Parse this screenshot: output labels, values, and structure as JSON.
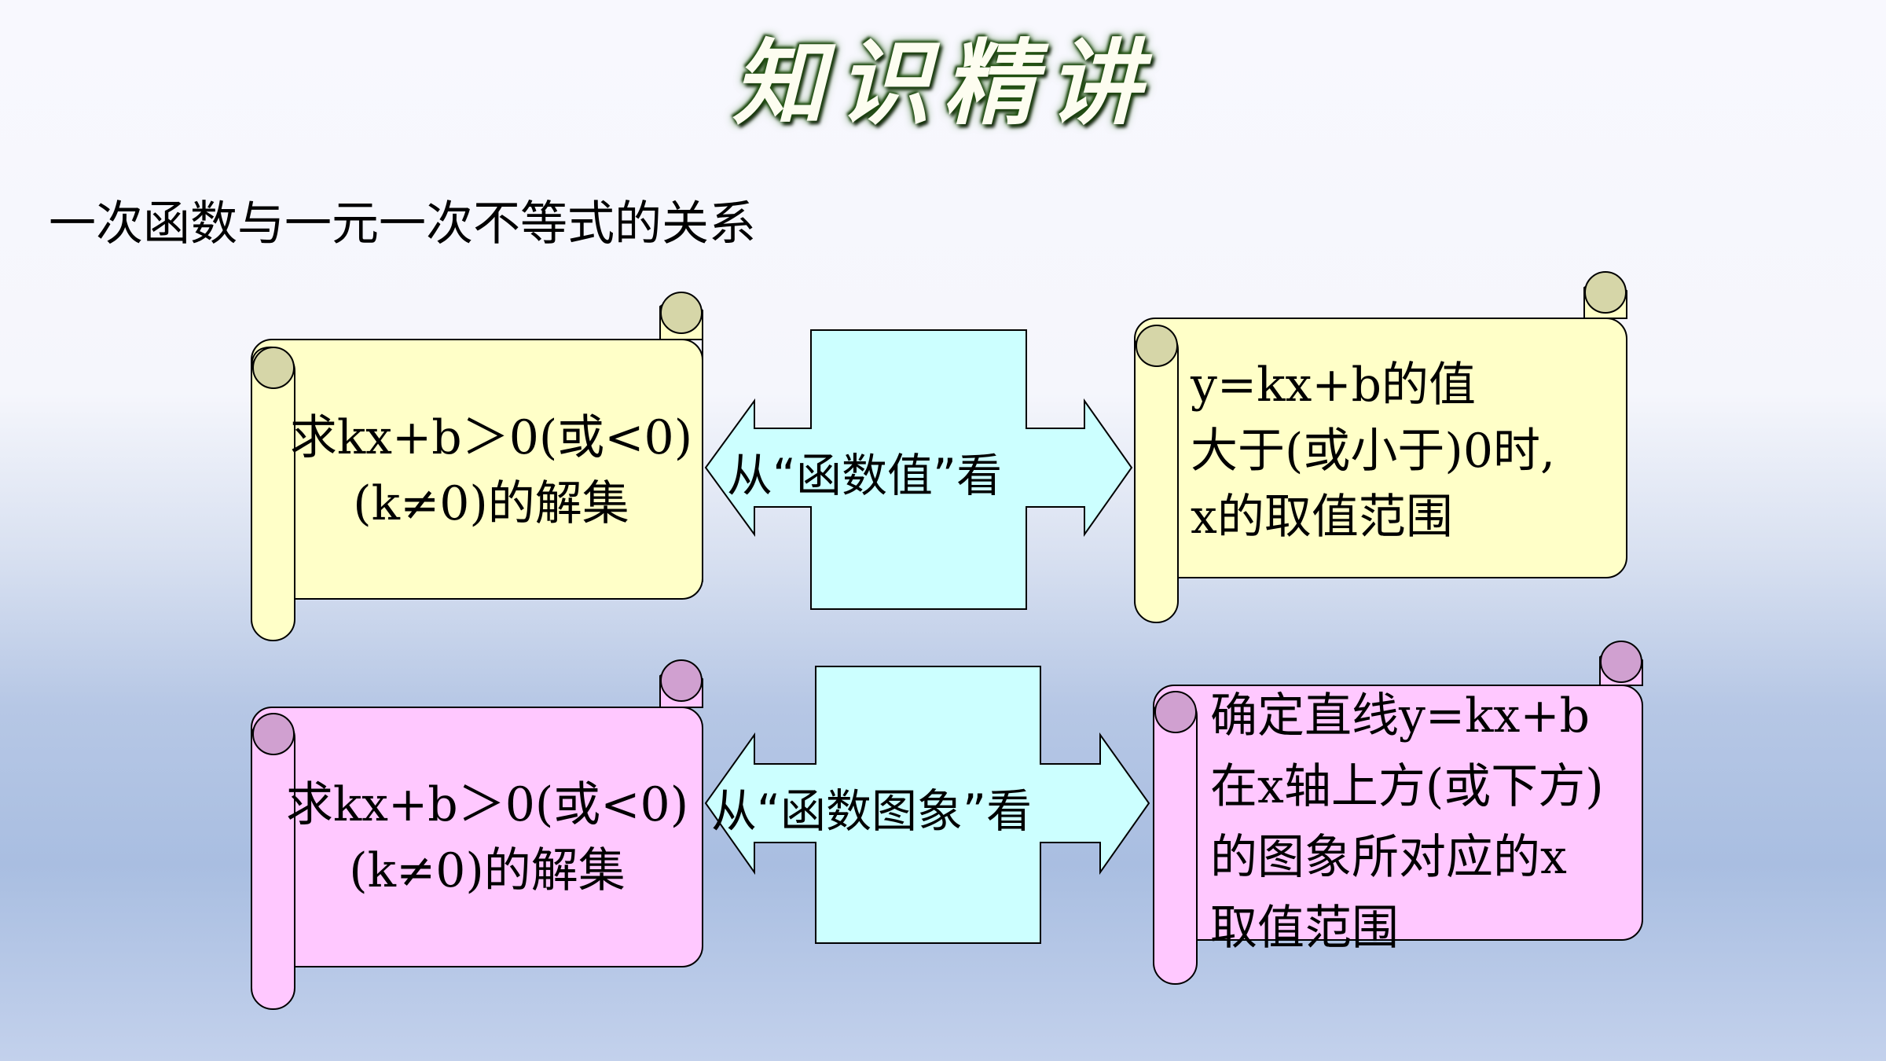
{
  "title": "知识精讲",
  "subtitle": "一次函数与一元一次不等式的关系",
  "row1": {
    "left_line1": "求kx+b＞0(或<0)",
    "left_line2": "(k≠0)的解集",
    "arrow_label": "从“函数值”看",
    "right_line1": "y=kx+b的值",
    "right_line2": "大于(或小于)0时,",
    "right_line3": "x的取值范围"
  },
  "row2": {
    "left_line1": "求kx+b＞0(或<0)",
    "left_line2": "(k≠0)的解集",
    "arrow_label": "从“函数图象”看",
    "right_line1": "确定直线y=kx+b",
    "right_line2": "在x轴上方(或下方)",
    "right_line3": "的图象所对应的x",
    "right_line4": "取值范围"
  },
  "colors": {
    "yellow_scroll": "#ffffc8",
    "pink_scroll": "#ffc8ff",
    "arrow_fill": "#ccffff"
  }
}
